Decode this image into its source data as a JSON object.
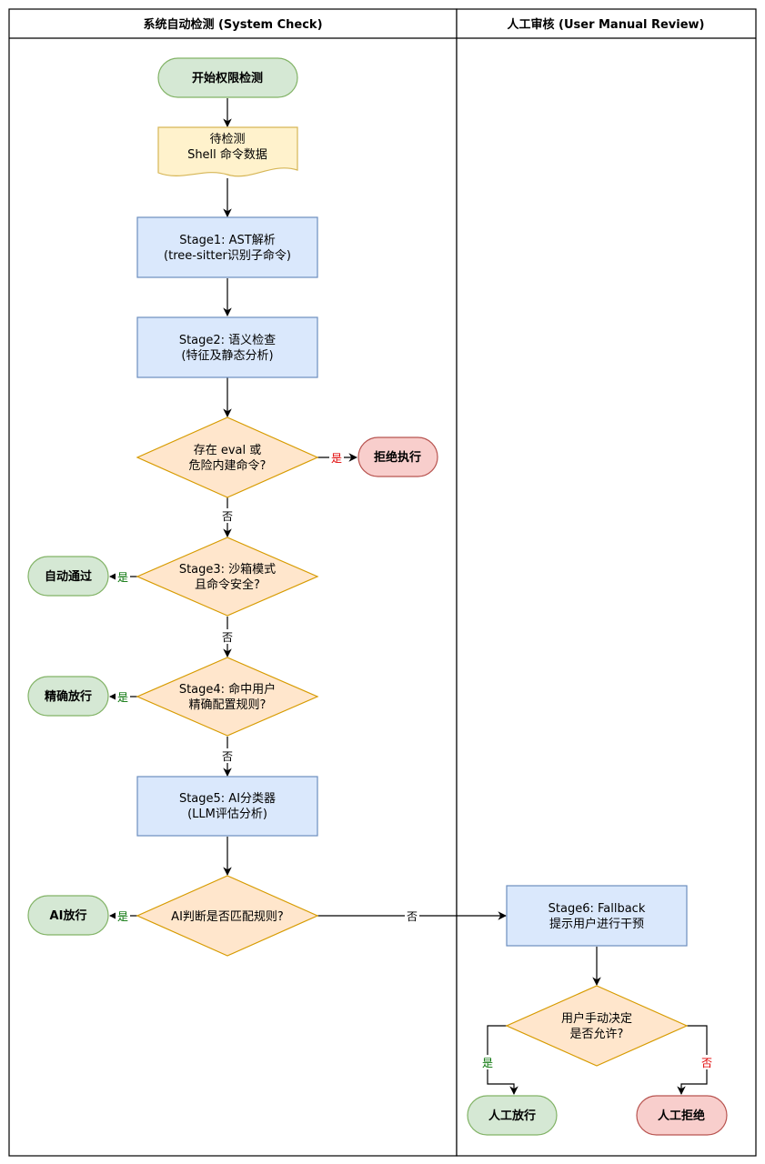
{
  "lanes": {
    "left_title": "系统自动检测 (System Check)",
    "right_title": "人工审核 (User Manual Review)"
  },
  "nodes": {
    "start": [
      "开始权限检测"
    ],
    "data": [
      "待检测",
      "Shell 命令数据"
    ],
    "stage1": [
      "Stage1: AST解析",
      "(tree-sitter识别子命令)"
    ],
    "stage2": [
      "Stage2: 语义检查",
      "(特征及静态分析)"
    ],
    "check_eval": [
      "存在 eval 或",
      "危险内建命令?"
    ],
    "reject": [
      "拒绝执行"
    ],
    "stage3": [
      "Stage3: 沙箱模式",
      "且命令安全?"
    ],
    "auto_pass": [
      "自动通过"
    ],
    "stage4": [
      "Stage4: 命中用户",
      "精确配置规则?"
    ],
    "exact_allow": [
      "精确放行"
    ],
    "stage5": [
      "Stage5: AI分类器",
      "(LLM评估分析)"
    ],
    "ai_judge": [
      "AI判断是否匹配规则?"
    ],
    "ai_allow": [
      "AI放行"
    ],
    "stage6": [
      "Stage6: Fallback",
      "提示用户进行干预"
    ],
    "user_decide": [
      "用户手动决定",
      "是否允许?"
    ],
    "manual_allow": [
      "人工放行"
    ],
    "manual_reject": [
      "人工拒绝"
    ]
  },
  "edge_labels": {
    "eval_yes": "是",
    "eval_no": "否",
    "stage3_yes": "是",
    "stage3_no": "否",
    "stage4_yes": "是",
    "stage4_no": "否",
    "ai_yes": "是",
    "ai_no": "否",
    "user_yes": "是",
    "user_no": "否"
  },
  "colors": {
    "green_fill": "#d5e8d4",
    "green_stroke": "#82b366",
    "yellow_fill": "#fff2cc",
    "yellow_stroke": "#d6b656",
    "blue_fill": "#dae8fc",
    "blue_stroke": "#6c8ebf",
    "orange_fill": "#ffe6cc",
    "orange_stroke": "#d79b00",
    "red_fill": "#f8cecc",
    "red_stroke": "#b85450",
    "label_yes": "#007000",
    "label_no_red": "#e00000",
    "label_no": "#000000"
  }
}
